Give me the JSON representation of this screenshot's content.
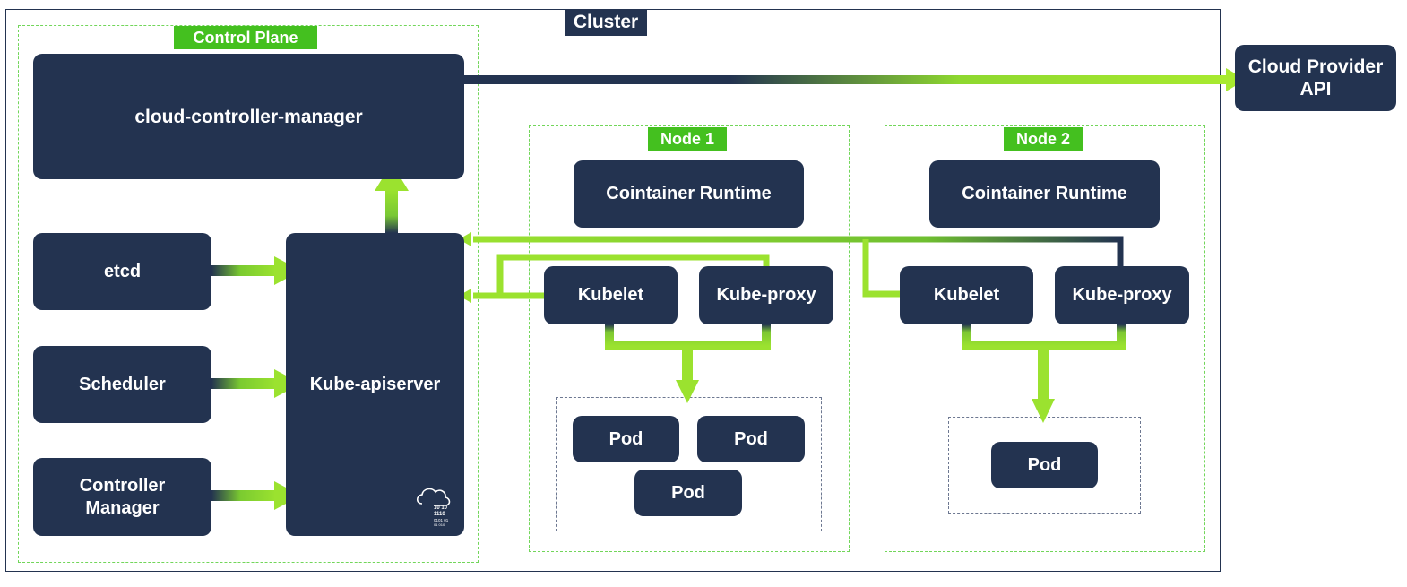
{
  "cluster": {
    "label": "Cluster"
  },
  "control_plane": {
    "label": "Control Plane",
    "cloud_controller_manager": "cloud-controller-manager",
    "etcd": "etcd",
    "scheduler": "Scheduler",
    "controller_manager": "Controller Manager",
    "kube_apiserver": "Kube-apiserver",
    "apiserver_icon": {
      "icon": "cloud-binary-icon",
      "binary_text": [
        "10 10",
        "1110",
        "0101 01",
        "01 010"
      ]
    }
  },
  "cloud_provider": {
    "label": "Cloud Provider API"
  },
  "nodes": [
    {
      "label": "Node 1",
      "container_runtime": "Cointainer Runtime",
      "kubelet": "Kubelet",
      "kube_proxy": "Kube-proxy",
      "pods": [
        "Pod",
        "Pod",
        "Pod"
      ]
    },
    {
      "label": "Node 2",
      "container_runtime": "Cointainer Runtime",
      "kubelet": "Kubelet",
      "kube_proxy": "Kube-proxy",
      "pods": [
        "Pod"
      ]
    }
  ],
  "colors": {
    "box": "#233350",
    "tag_green": "#44c01f",
    "arrow_green": "#9be22f",
    "dashed_green": "#72d65a",
    "dashed_gray": "#6d7891"
  }
}
